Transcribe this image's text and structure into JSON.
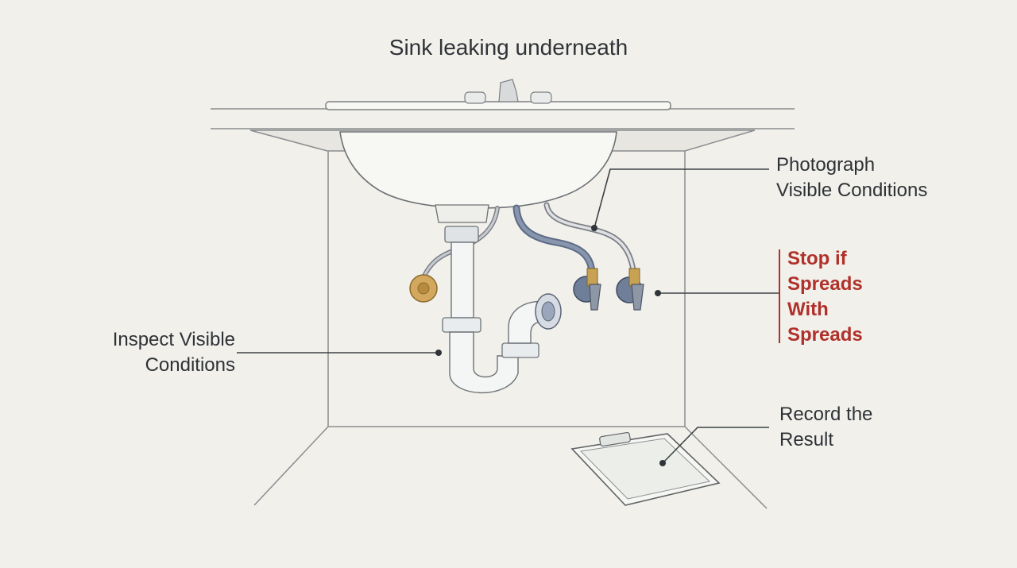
{
  "title": "Sink leaking underneath",
  "callouts": {
    "inspect": {
      "line1": "Inspect Visible",
      "line2": "Conditions"
    },
    "photograph": {
      "line1": "Photograph",
      "line2": "Visible Conditions"
    },
    "stop": {
      "line1": "Stop if",
      "line2": "Spreads",
      "line3": "With",
      "line4": "Spreads"
    },
    "record": {
      "line1": "Record the",
      "line2": "Result"
    }
  },
  "colors": {
    "background": "#f1f0eb",
    "ink": "#2e3236",
    "stop_text": "#b0302a",
    "stop_bar": "#b0302a",
    "brass": "#c9a25a",
    "valve_blue": "#6e7f9b"
  }
}
